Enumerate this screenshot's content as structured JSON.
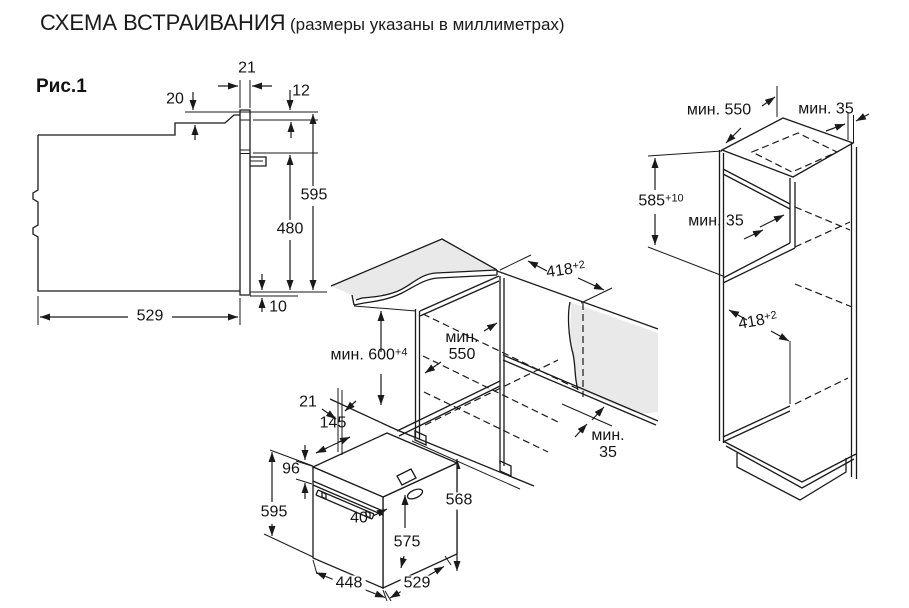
{
  "title": {
    "main": "СХЕМА ВСТРАИВАНИЯ",
    "sub": "(размеры указаны в миллиметрах)"
  },
  "figure_label": "Рис.1",
  "side_view": {
    "front_frame_width": "21",
    "top_recess": "20",
    "top_clearance": "12",
    "height": "595",
    "rear_height": "480",
    "bottom_overhang": "10",
    "depth": "529"
  },
  "base_cabinet": {
    "niche_height_base": "мин. 600",
    "niche_height_sup": "+4",
    "depth_line1": "мин.",
    "depth_line2": "550",
    "niche_width_base": "418",
    "niche_width_sup": "+2",
    "rear_gap_line1": "мин.",
    "rear_gap_line2": "35"
  },
  "oven": {
    "frame": "21",
    "panel_depth": "145",
    "panel_height": "96",
    "front_height": "595",
    "handle_depth": "40",
    "body_height": "575",
    "body_width": "448",
    "body_depth": "529",
    "rear_height": "568"
  },
  "tall_cabinet": {
    "depth": "мин. 550",
    "top_gap": "мин. 35",
    "niche_height_base": "585",
    "niche_height_sup": "+10",
    "mid_gap": "мин. 35",
    "niche_width_base": "418",
    "niche_width_sup": "+2"
  }
}
